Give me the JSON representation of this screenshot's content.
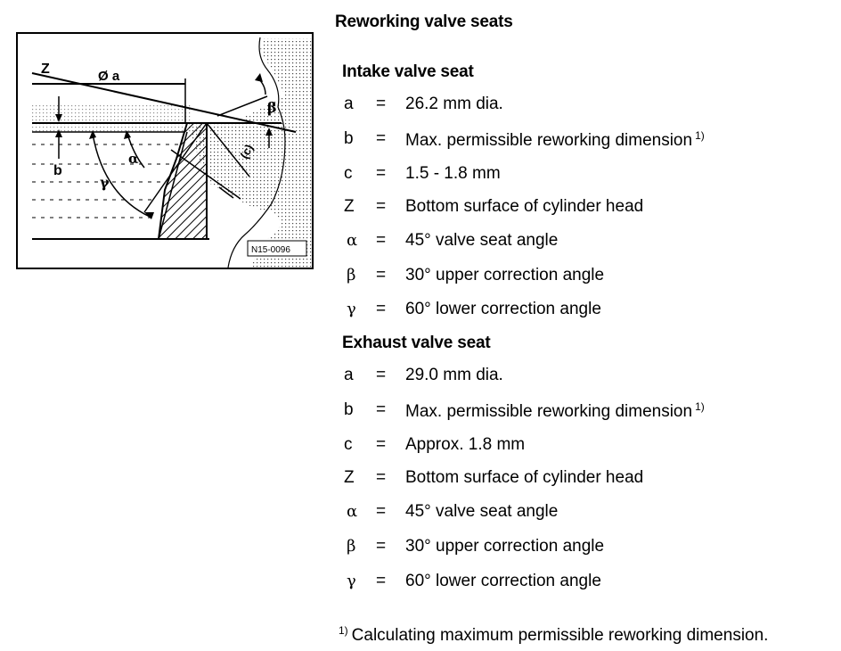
{
  "title": "Reworking valve seats",
  "figure": {
    "ref": "N15-0096",
    "labels": {
      "z": "Z",
      "a": "Ø a",
      "b": "b",
      "c": "(c)",
      "alpha": "α",
      "beta": "β",
      "gamma": "γ"
    }
  },
  "intake": {
    "heading": "Intake valve seat",
    "rows": [
      {
        "sym": "a",
        "eq": "=",
        "desc": "26.2 mm dia.",
        "note": ""
      },
      {
        "sym": "b",
        "eq": "=",
        "desc": "Max. permissible reworking dimension",
        "note": "1)"
      },
      {
        "sym": "c",
        "eq": "=",
        "desc": "1.5 - 1.8 mm",
        "note": ""
      },
      {
        "sym": "Z",
        "eq": "=",
        "desc": "Bottom surface of cylinder head",
        "note": ""
      },
      {
        "sym": "α",
        "eq": "=",
        "desc": "45° valve seat angle",
        "note": ""
      },
      {
        "sym": "β",
        "eq": "=",
        "desc": "30° upper correction angle",
        "note": ""
      },
      {
        "sym": "γ",
        "eq": "=",
        "desc": "60° lower correction angle",
        "note": ""
      }
    ]
  },
  "exhaust": {
    "heading": "Exhaust valve seat",
    "rows": [
      {
        "sym": "a",
        "eq": "=",
        "desc": "29.0 mm dia.",
        "note": ""
      },
      {
        "sym": "b",
        "eq": "=",
        "desc": "Max. permissible reworking dimension",
        "note": "1)"
      },
      {
        "sym": "c",
        "eq": "=",
        "desc": "Approx. 1.8 mm",
        "note": ""
      },
      {
        "sym": "Z",
        "eq": "=",
        "desc": "Bottom surface of cylinder head",
        "note": ""
      },
      {
        "sym": "α",
        "eq": "=",
        "desc": "45° valve seat angle",
        "note": ""
      },
      {
        "sym": "β",
        "eq": "=",
        "desc": "30° upper correction angle",
        "note": ""
      },
      {
        "sym": "γ",
        "eq": "=",
        "desc": "60° lower correction angle",
        "note": ""
      }
    ]
  },
  "footnote": {
    "marker": "1)",
    "text": "Calculating maximum permissible reworking dimension."
  }
}
